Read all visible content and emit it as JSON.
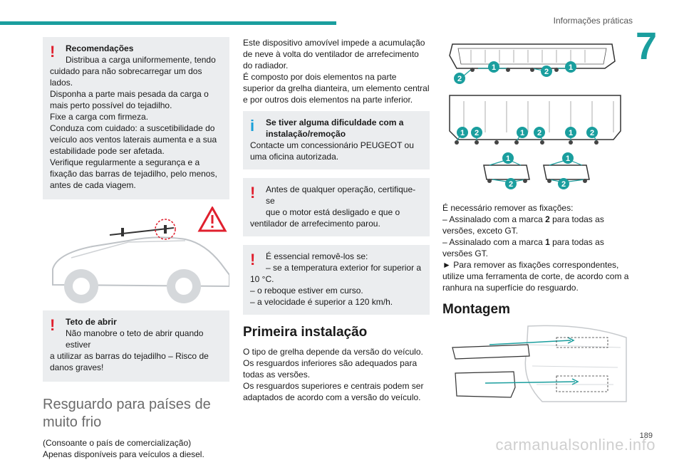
{
  "header": {
    "section_title": "Informações práticas",
    "chapter_number": "7",
    "page_number": "189"
  },
  "colors": {
    "accent": "#1a9e9e",
    "warning": "#e0202e",
    "info": "#1aa0d8",
    "box_bg": "#ebedef"
  },
  "left": {
    "recommend_box": {
      "title": "Recomendações",
      "first_line": "Distribua a carga uniformemente, tendo",
      "body": "cuidado para não sobrecarregar um dos lados.\nDisponha a parte mais pesada da carga o mais perto possível do tejadilho.\nFixe a carga com firmeza.\nConduza com cuidado: a suscetibilidade do veículo aos ventos laterais aumenta e a sua estabilidade pode ser afetada.\nVerifique regularmente a segurança e a fixação das barras de tejadilho, pelo menos, antes de cada viagem."
    },
    "roof_box": {
      "title": "Teto de abrir",
      "first_line": "Não manobre o teto de abrir quando estiver",
      "body": "a utilizar as barras do tejadilho – Risco de danos graves!"
    },
    "section_heading": "Resguardo para países de muito frio",
    "section_paras": [
      "(Consoante o país de comercialização)",
      "Apenas disponíveis para veículos a diesel."
    ]
  },
  "middle": {
    "intro": "Este dispositivo amovível impede a acumulação de neve à volta do ventilador de arrefecimento do radiador.\nÉ composto por dois elementos na parte superior da grelha dianteira, um elemento central e por outros dois elementos na parte inferior.",
    "info_box": {
      "title": "Se tiver alguma dificuldade com a instalação/remoção",
      "body": "Contacte um concessionário PEUGEOT ou uma oficina autorizada."
    },
    "warn_box1": {
      "first_line": "Antes de qualquer operação, certifique-se",
      "first_line2": "que o motor está desligado e que o",
      "body": "ventilador de arrefecimento parou."
    },
    "warn_box2": {
      "first_line": "É essencial removê-los se:",
      "first_line2": "–  se a temperatura exterior for superior a",
      "body": "10 °C.\n–  o reboque estiver em curso.\n–  a velocidade é superior a 120 km/h."
    },
    "heading": "Primeira instalação",
    "paras": "O tipo de grelha depende da versão do veículo.\nOs resguardos inferiores são adequados para todas as versões.\nOs resguardos superiores e centrais podem ser adaptados de acordo com a versão do veículo."
  },
  "right": {
    "diagram_labels": [
      "2",
      "1",
      "2",
      "1",
      "1",
      "2",
      "1",
      "2",
      "1",
      "2",
      "1",
      "1",
      "2",
      "2"
    ],
    "fixings_intro": "É necessário remover as fixações:",
    "line1_pre": "–  Assinalado com a marca ",
    "line1_mark": "2",
    "line1_post": " para todas as versões, exceto GT.",
    "line2_pre": "–  Assinalado com a marca ",
    "line2_mark": "1",
    "line2_post": " para todas as versões GT.",
    "step": "►  Para remover as fixações correspondentes, utilize uma ferramenta de corte, de acordo com a ranhura na superfície do resguardo.",
    "heading": "Montagem"
  },
  "watermark": "carmanualsonline.info"
}
